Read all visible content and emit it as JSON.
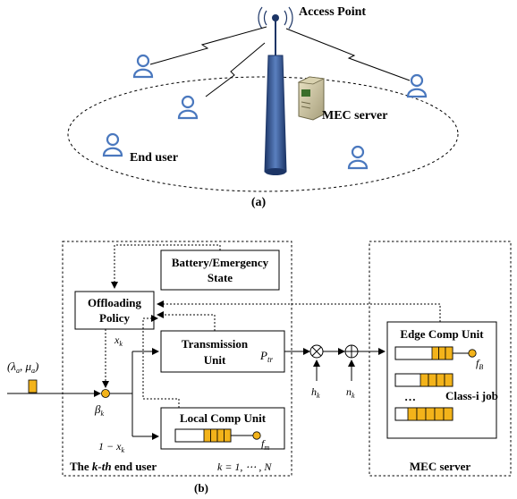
{
  "panel_a": {
    "caption": "(a)",
    "access_point_label": "Access Point",
    "mec_server_label": "MEC server",
    "end_user_label": "End user"
  },
  "panel_b": {
    "caption": "(b)",
    "battery_state": [
      "Battery/Emergency",
      "State"
    ],
    "offloading_policy": [
      "Offloading",
      "Policy"
    ],
    "transmission_unit": [
      "Transmission",
      "Unit"
    ],
    "local_comp_unit": "Local Comp Unit",
    "edge_comp_unit": "Edge Comp Unit",
    "class_i_job": "Class-i job",
    "ellipsis": "…",
    "kth_user_prefix": "The ",
    "kth_user_k": "k-th",
    "kth_user_suffix": " end user",
    "k_range": "k = 1, ⋯ , N",
    "mec_server_label": "MEC server",
    "arrival": "(λa, μa)",
    "beta": "βk",
    "x_k": "xk",
    "one_minus_x": "1 − xk",
    "p_tr": "Ptr",
    "h_k": "hk",
    "n_k": "nk",
    "f_b": "fB",
    "f_m": "fm"
  },
  "colors": {
    "queue_fill": "#f3b31a",
    "server_dot": "#f3b31a",
    "tower": "#2e4f8a",
    "user_icon": "#5b87c5"
  }
}
